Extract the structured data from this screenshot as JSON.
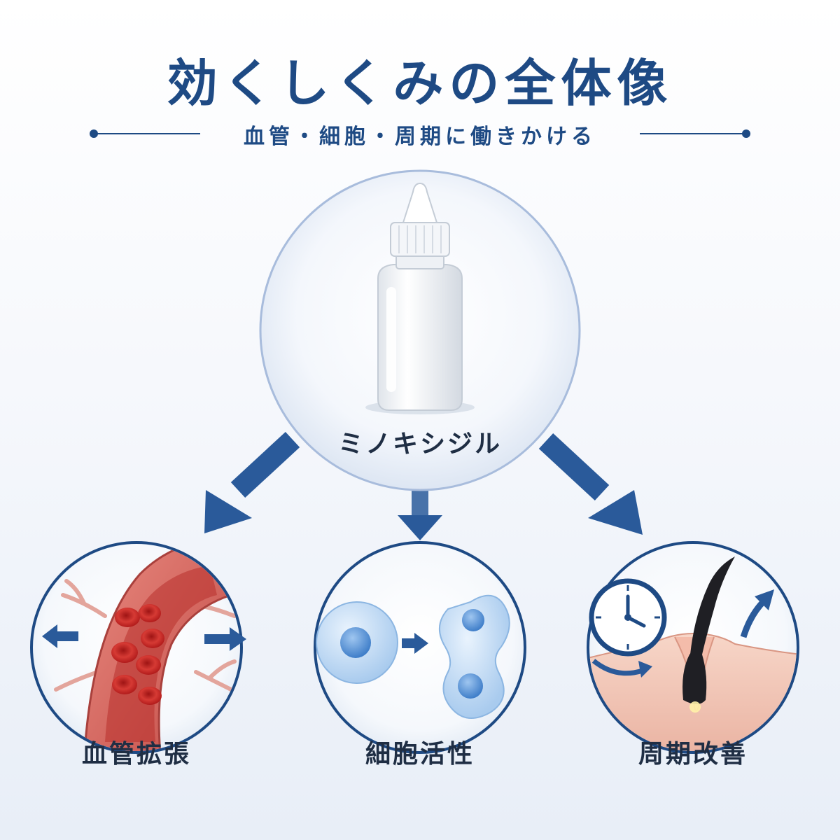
{
  "header": {
    "title": "効くしくみの全体像",
    "subtitle": "血管・細胞・周期に働きかける"
  },
  "center": {
    "label": "ミノキシジル",
    "icon": "dropper-bottle-icon"
  },
  "nodes": [
    {
      "label": "血管拡張",
      "icon": "blood-vessel-icon"
    },
    {
      "label": "細胞活性",
      "icon": "cell-division-icon"
    },
    {
      "label": "周期改善",
      "icon": "clock-hair-growth-icon"
    }
  ],
  "colors": {
    "primary": "#1e4a84",
    "arrow": "#2a5a9a",
    "vessel": "#c8423f",
    "blood_cell": "#c2201f",
    "cell": "#7fb0e6",
    "skin": "#f2c4b4",
    "hair": "#1f1f24"
  }
}
